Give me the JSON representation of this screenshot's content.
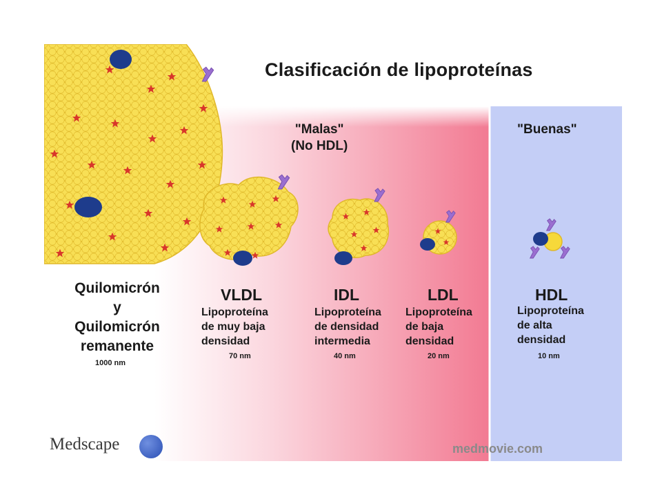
{
  "title": "Clasificación de lipoproteínas",
  "groups": {
    "bad_label_line1": "\"Malas\"",
    "bad_label_line2": "(No HDL)",
    "good_label": "\"Buenas\""
  },
  "particles": [
    {
      "name_line1": "Quilomicrón",
      "name_line2": "y",
      "name_line3": "Quilomicrón",
      "name_line4": "remanente",
      "size": "1000 nm"
    },
    {
      "name": "VLDL",
      "desc_line1": "Lipoproteína",
      "desc_line2": "de muy baja",
      "desc_line3": "densidad",
      "size": "70 nm"
    },
    {
      "name": "IDL",
      "desc_line1": "Lipoproteína",
      "desc_line2": "de densidad",
      "desc_line3": "intermedia",
      "size": "40 nm"
    },
    {
      "name": "LDL",
      "desc_line1": "Lipoproteína",
      "desc_line2": "de baja",
      "desc_line3": "densidad",
      "size": "20 nm"
    },
    {
      "name": "HDL",
      "desc_line1": "Lipoproteína",
      "desc_line2": "de alta",
      "desc_line3": "densidad",
      "size": "10 nm"
    }
  ],
  "footer": {
    "brand": "Medscape",
    "credit": "medmovie.com"
  },
  "colors": {
    "bad_zone": "#f27a92",
    "good_zone": "#c4cef6",
    "lipid_core": "#f6d93a",
    "apoprotein": "#1e3c8c",
    "marker_star": "#d8362a",
    "receptor": "#9a6ed0"
  }
}
